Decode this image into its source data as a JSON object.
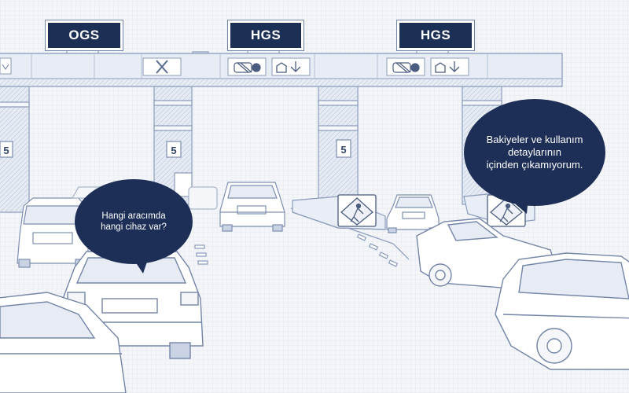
{
  "signs": {
    "left": "OGS",
    "center": "HGS",
    "right": "HGS"
  },
  "booth_numbers": [
    "5",
    "5",
    "5"
  ],
  "bubbles": {
    "left_line1": "Hangi aracımda",
    "left_line2": "hangi cihaz var?",
    "right_line1": "Bakiyeler ve kullanım",
    "right_line2": "detaylarının",
    "right_line3": "içinden çıkamıyorum."
  },
  "colors": {
    "sign_bg": "#1c2f55",
    "bubble_bg": "#1d2f56",
    "line": "#8a9bbb",
    "fill": "#e6ebf3"
  },
  "icons": [
    "lane-closed-x-icon",
    "hgs-tag-icon",
    "driver-arrow-icon",
    "construction-worker-sign-icon"
  ]
}
